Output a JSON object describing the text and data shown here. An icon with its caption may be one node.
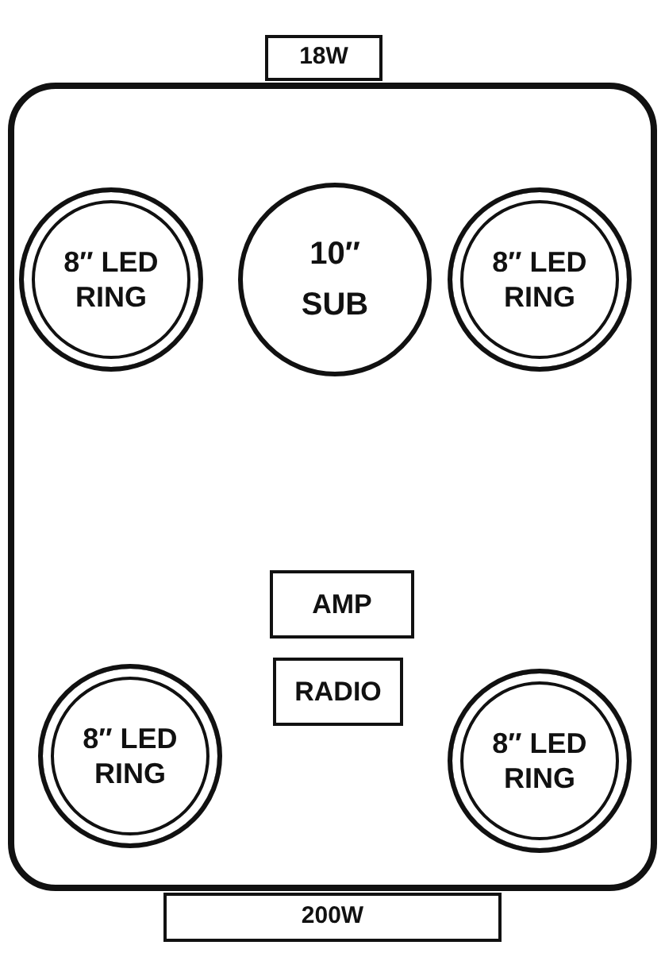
{
  "diagram": {
    "nodes": [
      {
        "text": [
          "18W"
        ]
      },
      {
        "text": [],
        "shape": "box"
      },
      {
        "text": [
          "8″ LED RING"
        ],
        "in": 1
      },
      {
        "text": [
          "10″ SUB"
        ],
        "in": 1
      },
      {
        "text": [
          "8″ LED RING"
        ],
        "in": 1
      },
      {
        "text": [
          "AMP"
        ],
        "in": 1
      },
      {
        "text": [
          "RADIO"
        ],
        "in": 1
      },
      {
        "text": [
          "8″ LED RING"
        ],
        "in": 1
      },
      {
        "text": [
          "8″ LED RING"
        ],
        "in": 1
      },
      {
        "text": [
          "200W"
        ]
      }
    ]
  }
}
